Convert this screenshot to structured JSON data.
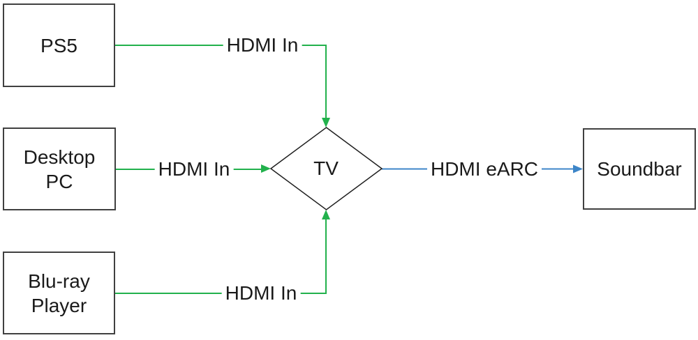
{
  "diagram": {
    "type": "connection-diagram",
    "nodes": {
      "ps5": {
        "label": "PS5",
        "shape": "rectangle"
      },
      "desktop": {
        "label": "Desktop\nPC",
        "shape": "rectangle"
      },
      "bluray": {
        "label": "Blu-ray\nPlayer",
        "shape": "rectangle"
      },
      "tv": {
        "label": "TV",
        "shape": "diamond"
      },
      "soundbar": {
        "label": "Soundbar",
        "shape": "rectangle"
      }
    },
    "connections": [
      {
        "from": "PS5",
        "to": "TV",
        "label": "HDMI In"
      },
      {
        "from": "Desktop PC",
        "to": "TV",
        "label": "HDMI In"
      },
      {
        "from": "Blu-ray Player",
        "to": "TV",
        "label": "HDMI In"
      },
      {
        "from": "TV",
        "to": "Soundbar",
        "label": "HDMI eARC"
      }
    ],
    "colors": {
      "hdmi_in": "#22b14c",
      "hdmi_earc": "#3d85c8",
      "box_border": "#404040",
      "diamond_border": "#1f1f1f",
      "text": "#1a1a1a",
      "background": "#ffffff"
    }
  }
}
